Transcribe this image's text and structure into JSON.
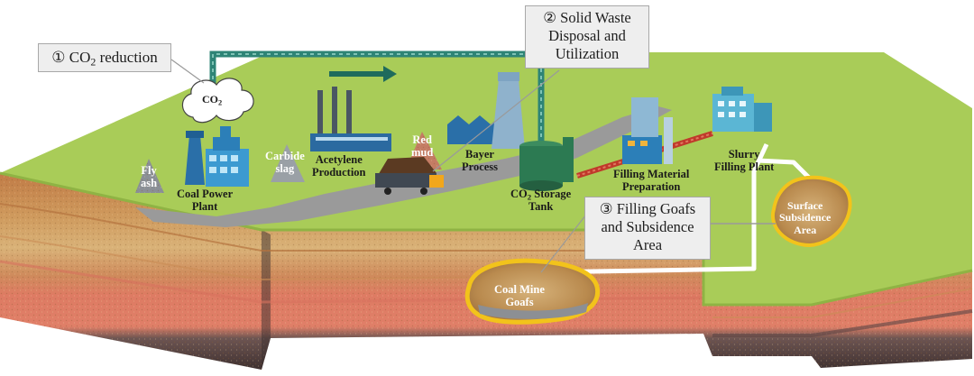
{
  "callouts": {
    "co2_reduction": {
      "num": "①",
      "text": "CO",
      "sub": "2",
      "tail": " reduction"
    },
    "solid_waste": {
      "num": "②",
      "line1": "Solid Waste",
      "line2": "Disposal and",
      "line3": "Utilization"
    },
    "filling_goafs": {
      "num": "③",
      "line1": "Filling Goafs",
      "line2": "and Subsidence",
      "line3": "Area"
    }
  },
  "cloud": {
    "text": "CO",
    "sub": "2"
  },
  "labels": {
    "fly_ash": {
      "line1": "Fly",
      "line2": "ash"
    },
    "coal_power_plant": {
      "line1": "Coal Power",
      "line2": "Plant"
    },
    "carbide_slag": {
      "line1": "Carbide",
      "line2": "slag"
    },
    "acetylene_production": {
      "line1": "Acetylene",
      "line2": "Production"
    },
    "red_mud": {
      "line1": "Red",
      "line2": "mud"
    },
    "bayer_process": {
      "line1": "Bayer",
      "line2": "Process"
    },
    "co2_storage_tank": {
      "line1a": "CO",
      "sub": "2",
      "line1b": " Storage",
      "line2": "Tank"
    },
    "filling_material_preparation": {
      "line1": "Filling Material",
      "line2": "Preparation"
    },
    "slurry_filling_plant": {
      "line1": "Slurry",
      "line2": "Filling Plant"
    },
    "surface_subsidence_area": {
      "line1": "Surface",
      "line2": "Subsidence",
      "line3": "Area"
    },
    "coal_mine_goafs": {
      "line1": "Coal Mine",
      "line2": "Goafs"
    }
  },
  "colors": {
    "grass": "#a9cc58",
    "road": "#9a9a9a",
    "pipe": "#2e8476",
    "soil_top": "#c98d54",
    "soil_mid": "#d6a96c",
    "soil_red": "#d8765e",
    "bedrock": "#4a3b3b",
    "goaf_border": "#f2c31b"
  }
}
